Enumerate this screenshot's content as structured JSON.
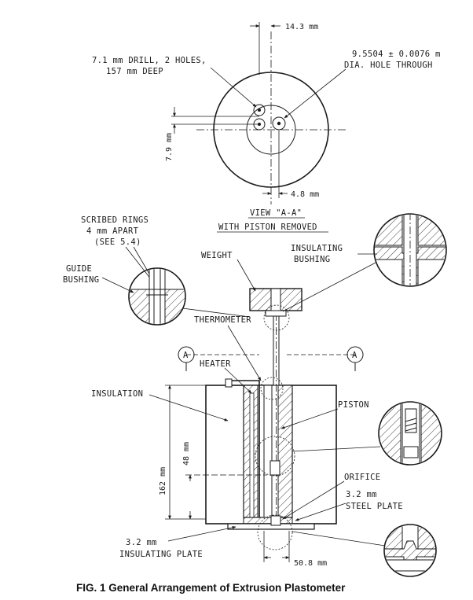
{
  "figure": {
    "caption": "FIG. 1 General Arrangement of Extrusion Plastometer"
  },
  "top_view": {
    "dim_top": "14.3 mm",
    "drill_note_line1": "7.1 mm DRILL, 2 HOLES,",
    "drill_note_line2": "157 mm DEEP",
    "hole_note_line1": "9.5504 ± 0.0076 m",
    "hole_note_line2": "DIA. HOLE THROUGH",
    "dim_left": "7.9 mm",
    "dim_bottom": "4.8 mm",
    "title_line1": "VIEW \"A-A\"",
    "title_line2": "WITH PISTON REMOVED"
  },
  "section_view": {
    "scribed_rings_line1": "SCRIBED RINGS",
    "scribed_rings_line2": "4 mm APART",
    "scribed_rings_line3": "(SEE 5.4)",
    "guide_bushing_line1": "GUIDE",
    "guide_bushing_line2": "BUSHING",
    "weight": "WEIGHT",
    "insulating_bushing_line1": "INSULATING",
    "insulating_bushing_line2": "BUSHING",
    "thermometer": "THERMOMETER",
    "heater": "HEATER",
    "insulation": "INSULATION",
    "piston": "PISTON",
    "section_marker": "A",
    "dim_162": "162 mm",
    "dim_48": "48 mm",
    "orifice": "ORIFICE",
    "steel_plate_dim": "3.2 mm",
    "steel_plate": "STEEL PLATE",
    "insulating_plate_dim": "3.2 mm",
    "insulating_plate": "INSULATING PLATE",
    "dim_bottom": "50.8 mm"
  }
}
